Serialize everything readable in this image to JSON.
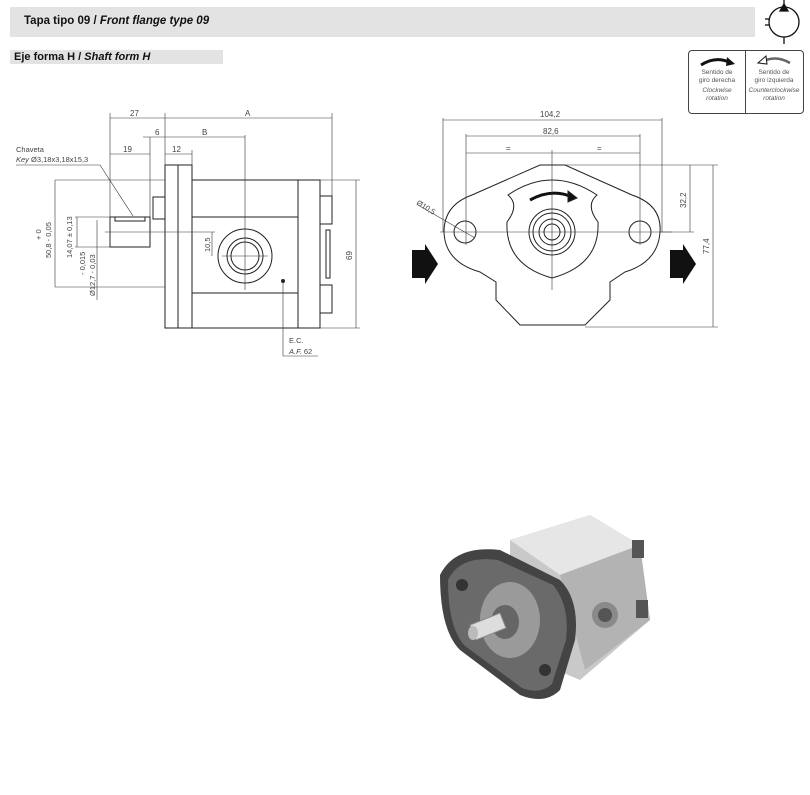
{
  "header": {
    "title_es": "Tapa tipo 09 / ",
    "title_en": "Front flange type 09"
  },
  "section": {
    "title_es": "Eje forma H / ",
    "title_en": "Shaft form H"
  },
  "rotation": {
    "clockwise": {
      "es_line1": "Sentido de",
      "es_line2": "giro derecha",
      "en_line1": "Clockwise",
      "en_line2": "rotation"
    },
    "counterclockwise": {
      "es_line1": "Sentido de",
      "es_line2": "giro izquierda",
      "en_line1": "Counterclockwise",
      "en_line2": "rotation"
    }
  },
  "side_view": {
    "dim_27": "27",
    "dim_A": "A",
    "dim_6": "6",
    "dim_B": "B",
    "dim_19": "19",
    "dim_12": "12",
    "key_label_es": "Chaveta",
    "key_label_en": "Key",
    "key_spec": "Ø3,18x3,18x15,3",
    "dim_50_8": "50,8  - 0,05",
    "dim_50_8_tol": "+ 0",
    "dim_14_07": "14,07 ± 0,13",
    "dim_12_7": "Ø12,7  - 0,03",
    "dim_12_7_tol": "- 0,015",
    "dim_10_5": "10,5",
    "dim_69": "69",
    "ec_label": "E.C.",
    "af_label": "A.F.",
    "af_value": "62"
  },
  "front_view": {
    "dim_104_2": "104,2",
    "dim_82_6": "82,6",
    "eq_left": "=",
    "eq_right": "=",
    "hole_dia": "Ø10,5",
    "dim_32_2": "32,2",
    "dim_77_4": "77,4"
  }
}
